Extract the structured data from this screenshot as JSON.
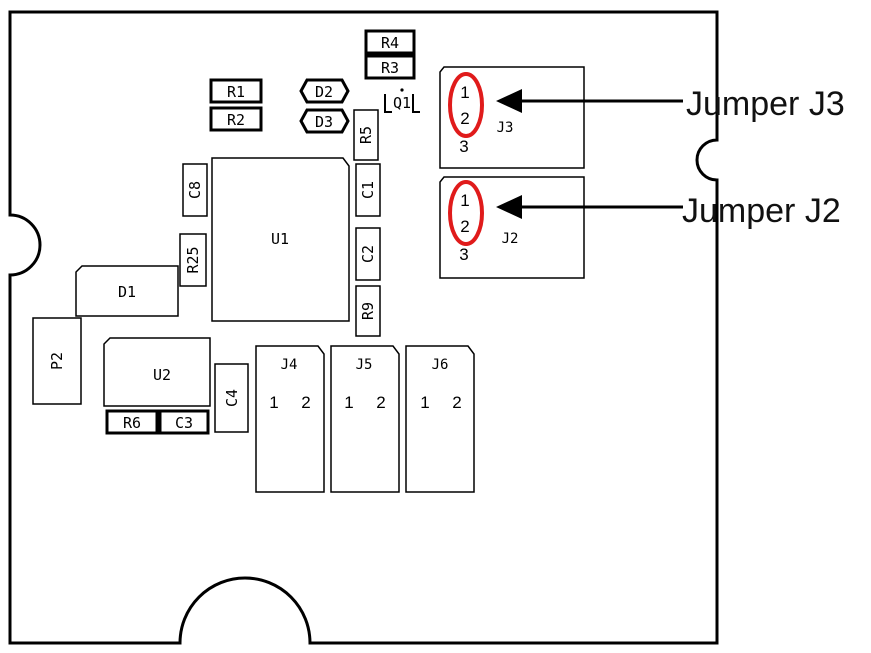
{
  "components": {
    "R1": "R1",
    "R2": "R2",
    "R3": "R3",
    "R4": "R4",
    "R5": "R5",
    "R6": "R6",
    "R9": "R9",
    "R25": "R25",
    "C1": "C1",
    "C2": "C2",
    "C3": "C3",
    "C4": "C4",
    "C8": "C8",
    "D1": "D1",
    "D2": "D2",
    "D3": "D3",
    "Q1": "Q1",
    "U1": "U1",
    "U2": "U2",
    "P2": "P2"
  },
  "jumpers": {
    "J2": {
      "name": "J2",
      "pins": [
        "1",
        "2",
        "3"
      ],
      "callout": "Jumper J2"
    },
    "J3": {
      "name": "J3",
      "pins": [
        "1",
        "2",
        "3"
      ],
      "callout": "Jumper J3"
    },
    "J4": {
      "name": "J4",
      "pins": [
        "1",
        "2"
      ]
    },
    "J5": {
      "name": "J5",
      "pins": [
        "1",
        "2"
      ]
    },
    "J6": {
      "name": "J6",
      "pins": [
        "1",
        "2"
      ]
    }
  },
  "colors": {
    "highlight": "#e01b1b",
    "outline": "#000000"
  }
}
